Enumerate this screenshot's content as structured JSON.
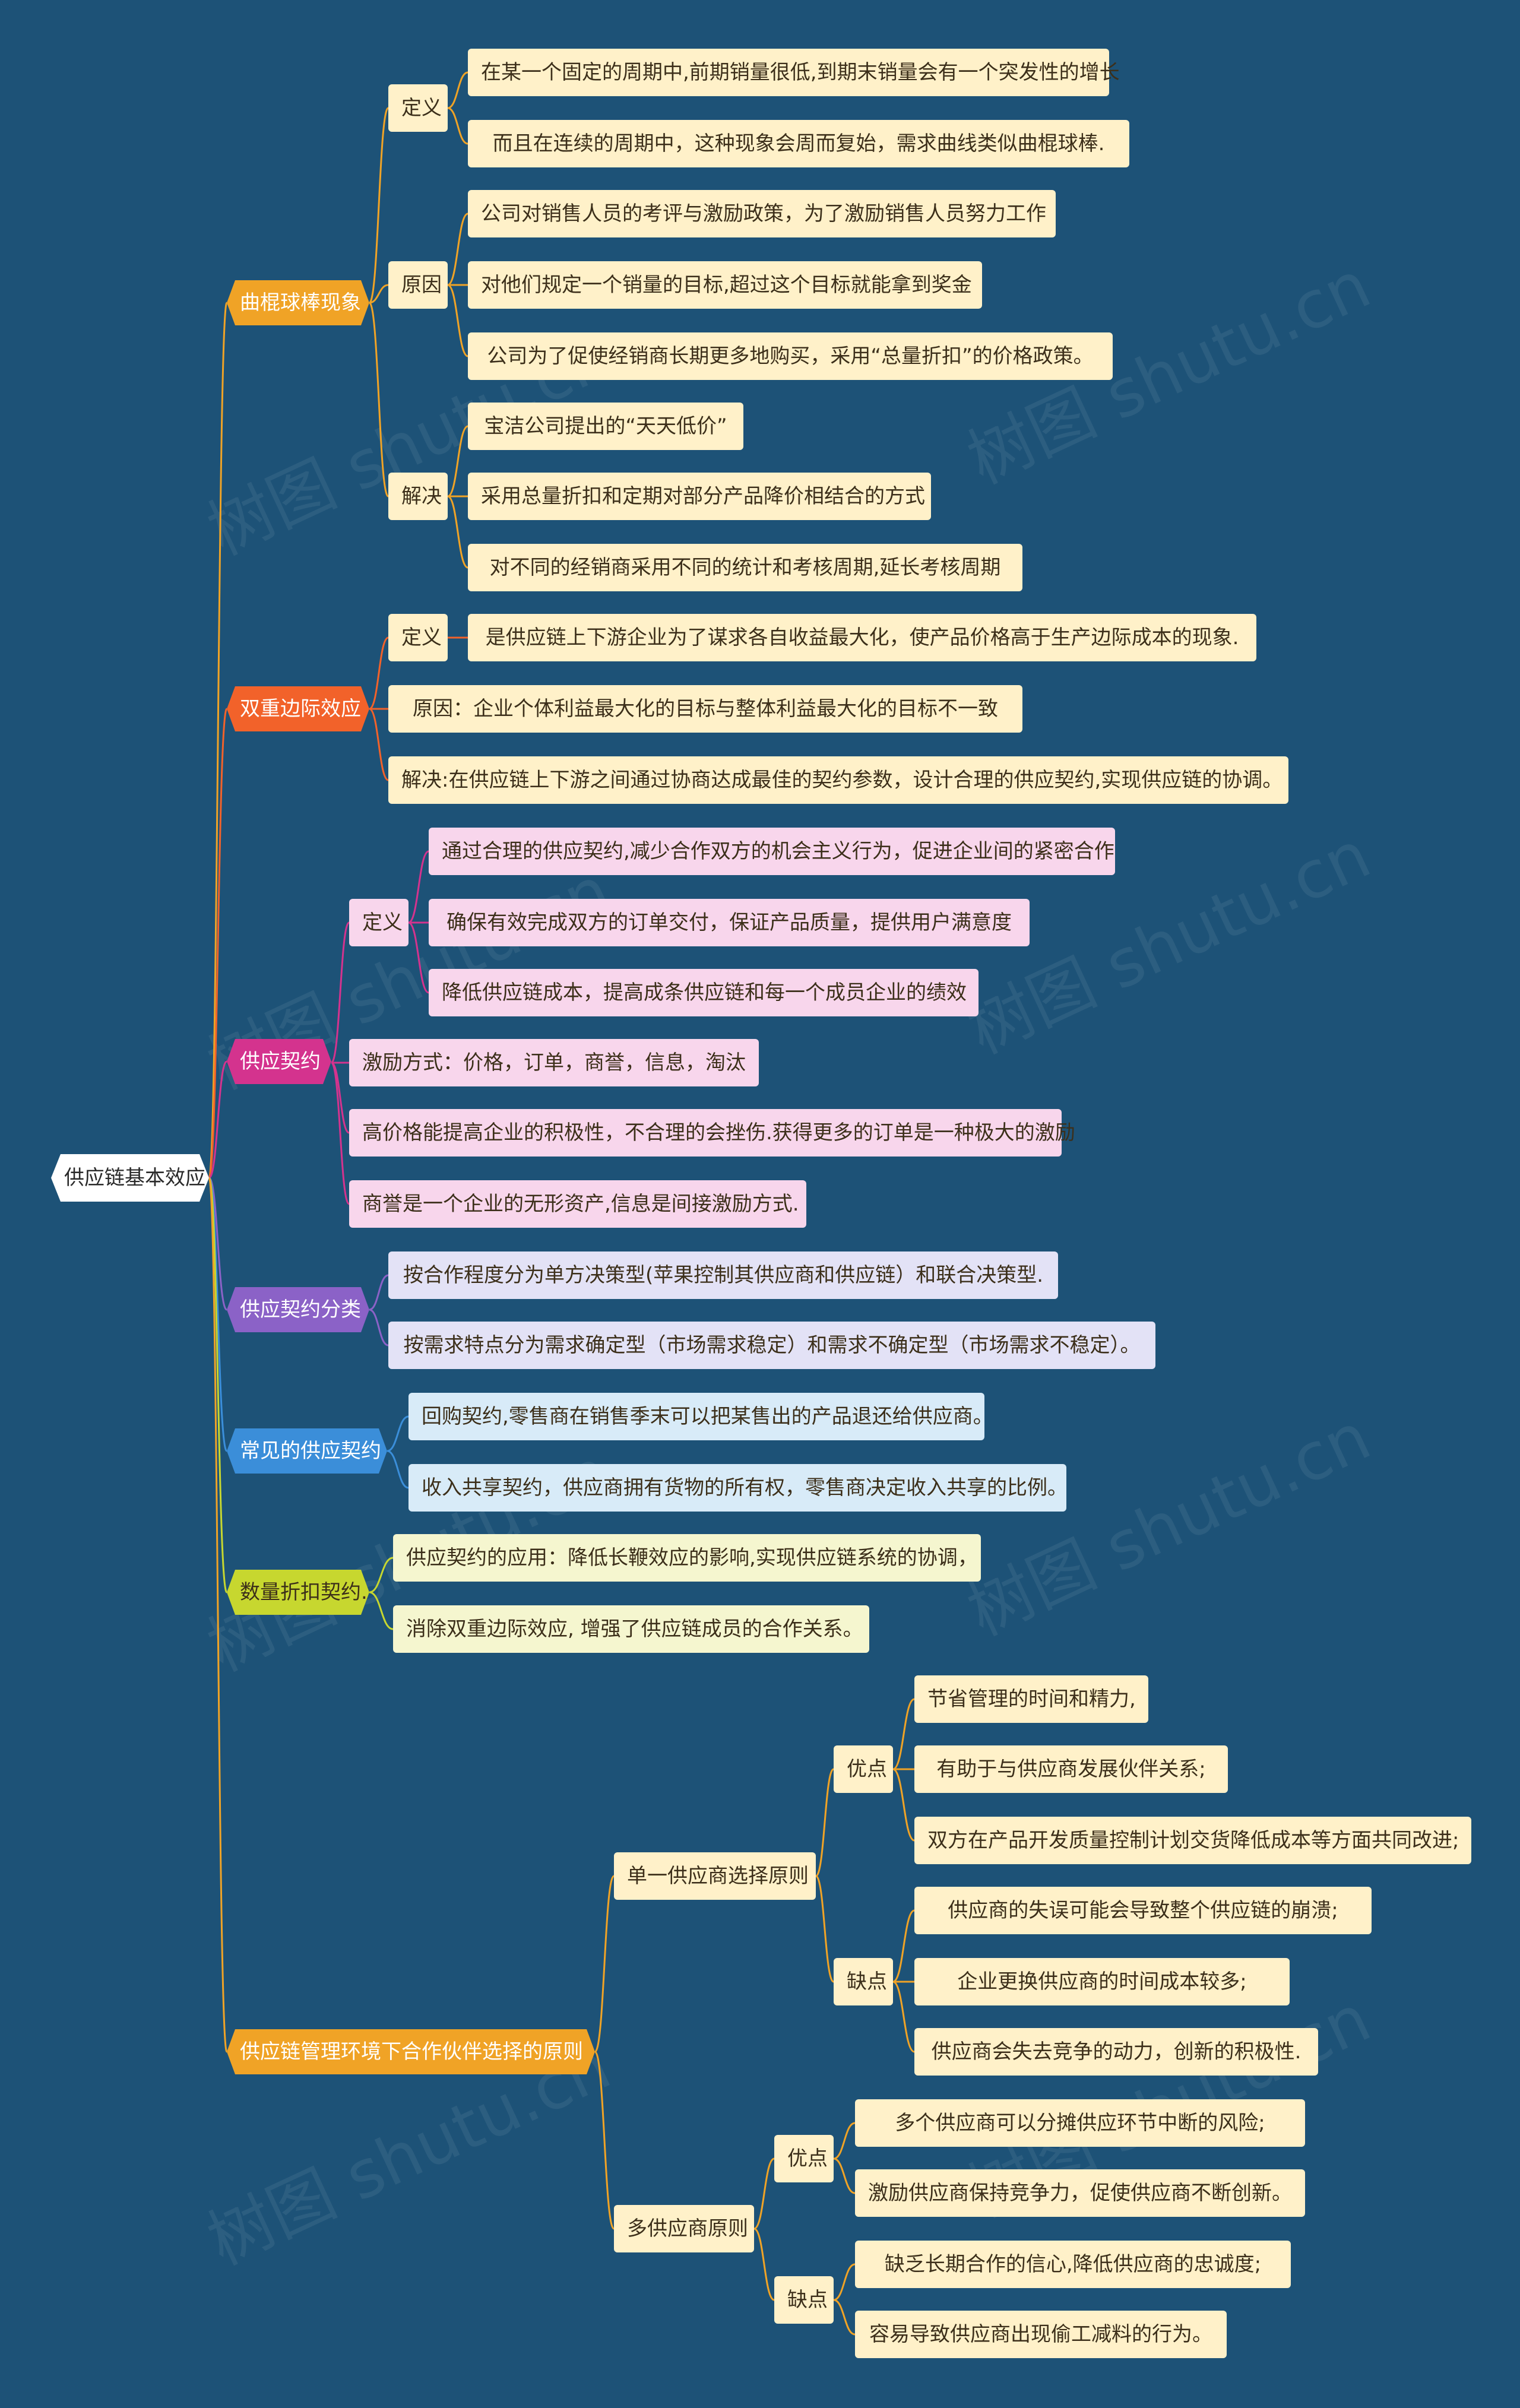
{
  "root": "供应链基本效应",
  "branches": [
    {
      "label": "曲棍球棒现象",
      "color": "#f0a326",
      "groups": [
        {
          "label": "定义",
          "items": [
            "在某一个固定的周期中,前期销量很低,到期末销量会有一个突发性的增长",
            "而且在连续的周期中，这种现象会周而复始，需求曲线类似曲棍球棒."
          ]
        },
        {
          "label": "原因",
          "items": [
            "公司对销售人员的考评与激励政策，为了激励销售人员努力工作",
            "对他们规定一个销量的目标,超过这个目标就能拿到奖金",
            "公司为了促使经销商长期更多地购买，采用“总量折扣”的价格政策。"
          ]
        },
        {
          "label": "解决",
          "items": [
            "宝洁公司提出的“天天低价”",
            "采用总量折扣和定期对部分产品降价相结合的方式",
            "对不同的经销商采用不同的统计和考核周期,延长考核周期"
          ]
        }
      ]
    },
    {
      "label": "双重边际效应",
      "color": "#f2622a",
      "groups": [
        {
          "label": "定义",
          "items": [
            "是供应链上下游企业为了谋求各自收益最大化，使产品价格高于生产边际成本的现象."
          ]
        }
      ],
      "items": [
        "原因：企业个体利益最大化的目标与整体利益最大化的目标不一致",
        "解决:在供应链上下游之间通过协商达成最佳的契约参数，设计合理的供应契约,实现供应链的协调。"
      ]
    },
    {
      "label": "供应契约",
      "color": "#d4338e",
      "groups": [
        {
          "label": "定义",
          "items": [
            "通过合理的供应契约,减少合作双方的机会主义行为，促进企业间的紧密合作",
            "确保有效完成双方的订单交付，保证产品质量，提供用户满意度",
            "降低供应链成本，提高成条供应链和每一个成员企业的绩效"
          ]
        }
      ],
      "items": [
        "激励方式：价格，订单，商誉，信息，淘汰",
        "高价格能提高企业的积极性，不合理的会挫伤.获得更多的订单是一种极大的激励",
        "商誉是一个企业的无形资产,信息是间接激励方式."
      ]
    },
    {
      "label": "供应契约分类",
      "color": "#8b62c7",
      "items": [
        "按合作程度分为单方决策型(苹果控制其供应商和供应链）和联合决策型.",
        "按需求特点分为需求确定型（市场需求稳定）和需求不确定型（市场需求不稳定）。"
      ]
    },
    {
      "label": "常见的供应契约",
      "color": "#3b8ed9",
      "items": [
        "回购契约,零售商在销售季末可以把某售出的产品退还给供应商。",
        "收入共享契约，供应商拥有货物的所有权，零售商决定收入共享的比例。"
      ]
    },
    {
      "label": "数量折扣契约.",
      "color": "#c7d72f",
      "items": [
        "供应契约的应用：降低长鞭效应的影响,实现供应链系统的协调，",
        "消除双重边际效应, 增强了供应链成员的合作关系。"
      ]
    },
    {
      "label": "供应链管理环境下合作伙伴选择的原则",
      "color": "#f0a326",
      "subs": [
        {
          "label": "单一供应商选择原则",
          "groups": [
            {
              "label": "优点",
              "items": [
                "节省管理的时间和精力,",
                "有助于与供应商发展伙伴关系;",
                "双方在产品开发质量控制计划交货降低成本等方面共同改进;"
              ]
            },
            {
              "label": "缺点",
              "items": [
                "供应商的失误可能会导致整个供应链的崩溃;",
                "企业更换供应商的时间成本较多;",
                "供应商会失去竞争的动力，创新的积极性."
              ]
            }
          ]
        },
        {
          "label": "多供应商原则",
          "groups": [
            {
              "label": "优点",
              "items": [
                "多个供应商可以分摊供应环节中断的风险;",
                "激励供应商保持竞争力，促使供应商不断创新。"
              ]
            },
            {
              "label": "缺点",
              "items": [
                "缺乏长期合作的信心,降低供应商的忠诚度;",
                "容易导致供应商出现偷工减料的行为。"
              ]
            }
          ]
        }
      ]
    }
  ],
  "watermark": "树图 shutu.cn"
}
